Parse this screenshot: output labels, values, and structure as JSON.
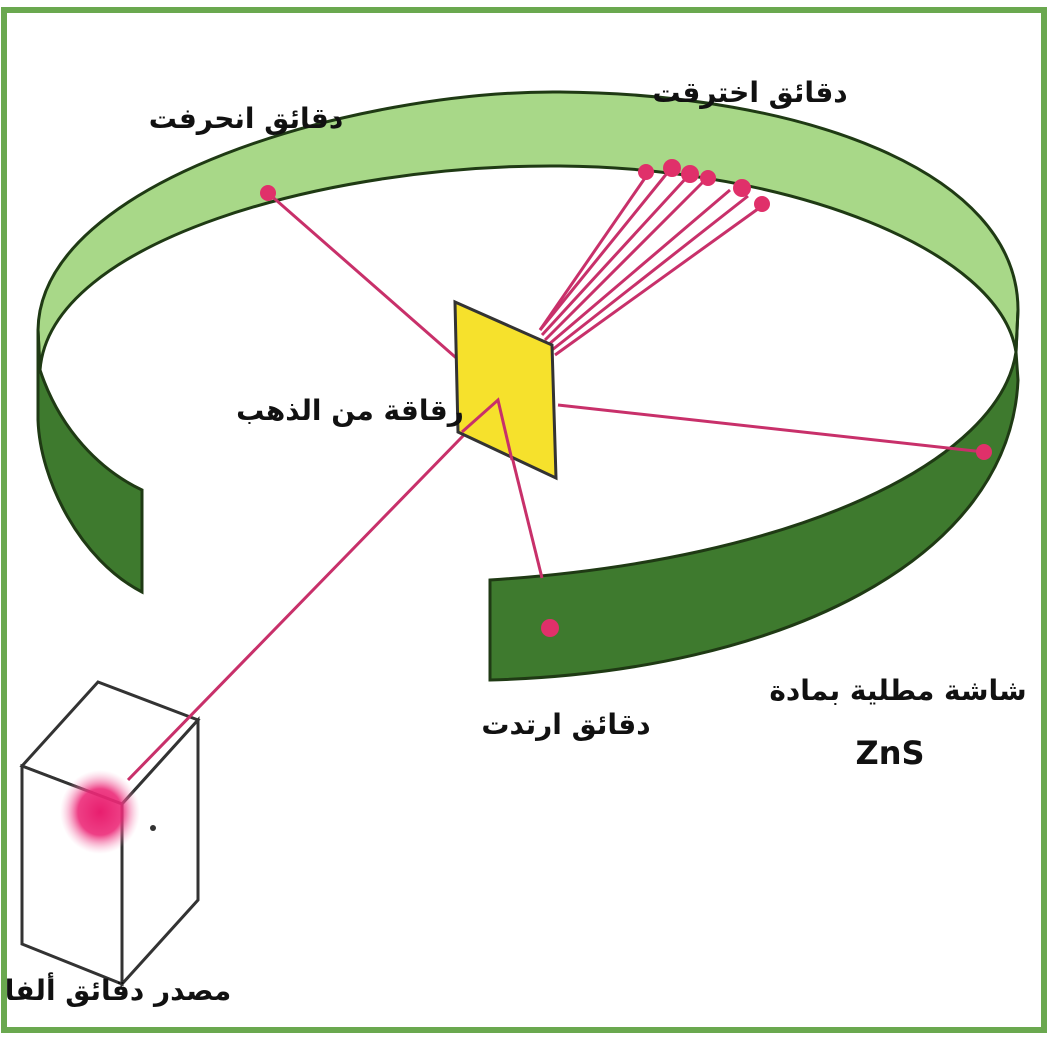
{
  "labels": {
    "deflected": "دقائق انحرفت",
    "passed": "دقائق اخترقت",
    "gold_foil": "رقاقة من الذهب",
    "bounced": "دقائق ارتدت",
    "screen_line1": "شاشة مطلية بمادة",
    "screen_line2": "ZnS",
    "source": "مصدر دقائق ألفا"
  },
  "colors": {
    "frame": "#6aa84f",
    "ring_inner": "#a8d888",
    "ring_outer": "#3e7a2e",
    "ring_stroke": "#1f3a14",
    "beam": "#c8306a",
    "hit": "#e0306a",
    "foil": "#f6e12c",
    "source_glow": "#e81e6e"
  }
}
